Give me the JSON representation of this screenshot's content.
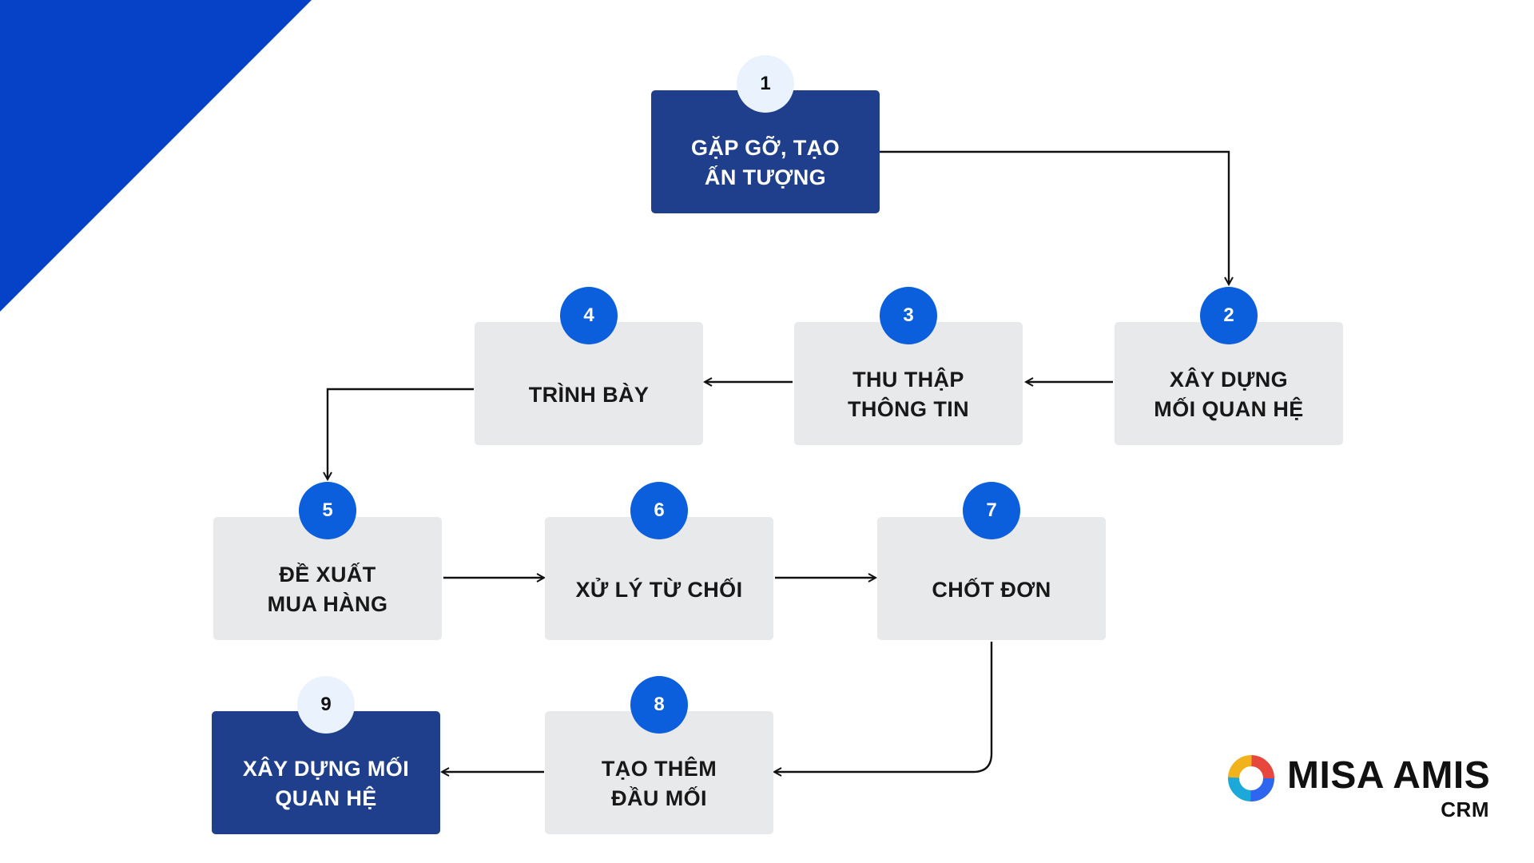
{
  "diagram": {
    "steps": [
      {
        "number": "1",
        "label": "GẶP GỠ, TẠO\nẤN TƯỢNG"
      },
      {
        "number": "2",
        "label": "XÂY DỰNG\nMỐI QUAN HỆ"
      },
      {
        "number": "3",
        "label": "THU THẬP\nTHÔNG TIN"
      },
      {
        "number": "4",
        "label": "TRÌNH BÀY"
      },
      {
        "number": "5",
        "label": "ĐỀ XUẤT\nMUA HÀNG"
      },
      {
        "number": "6",
        "label": "XỬ LÝ TỪ CHỐI"
      },
      {
        "number": "7",
        "label": "CHỐT ĐƠN"
      },
      {
        "number": "8",
        "label": "TẠO THÊM\nĐẦU MỐI"
      },
      {
        "number": "9",
        "label": "XÂY DỰNG MỐI\nQUAN HỆ"
      }
    ],
    "connections": [
      {
        "from": "1",
        "to": "2"
      },
      {
        "from": "2",
        "to": "3"
      },
      {
        "from": "3",
        "to": "4"
      },
      {
        "from": "4",
        "to": "5"
      },
      {
        "from": "5",
        "to": "6"
      },
      {
        "from": "6",
        "to": "7"
      },
      {
        "from": "7",
        "to": "8"
      },
      {
        "from": "8",
        "to": "9"
      }
    ]
  },
  "brand": {
    "name": "MISA AMIS",
    "product": "CRM",
    "icon": "misa-logo-icon"
  },
  "colors": {
    "corner_accent": "#0542c7",
    "dark_box": "#1f3f8c",
    "light_box": "#e8e9eb",
    "badge": "#0b5edc",
    "badge_light": "#e9f2fd"
  }
}
